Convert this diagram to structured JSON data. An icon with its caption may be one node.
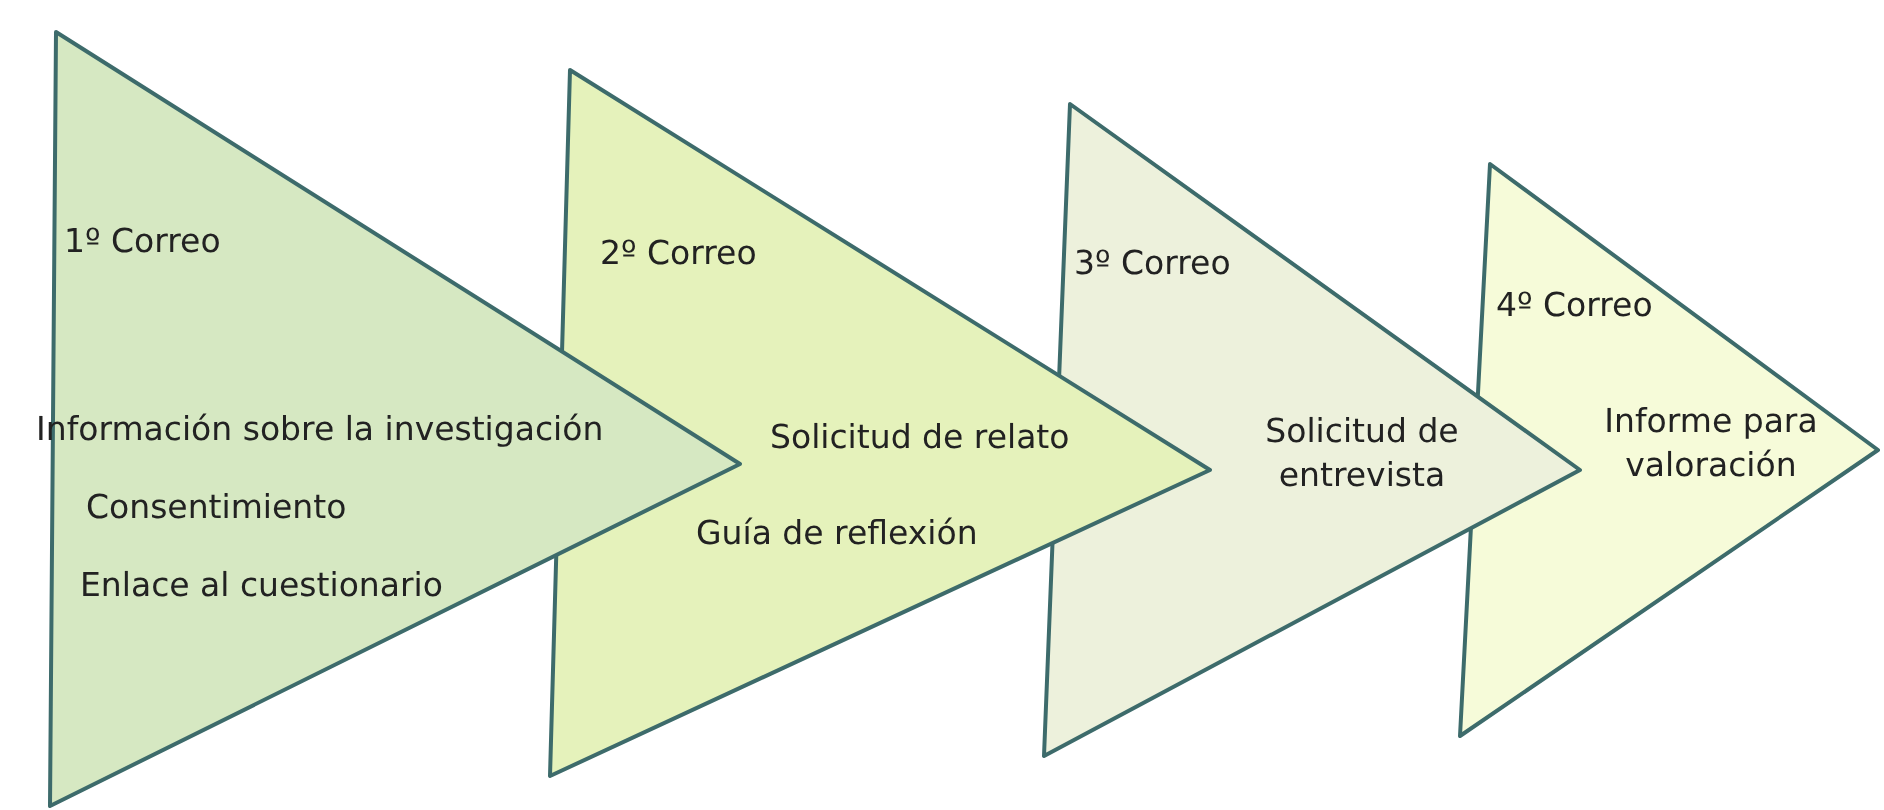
{
  "diagram": {
    "nodes": [
      {
        "text": [
          "1º Correo",
          "Información sobre la investigación",
          "Consentimiento",
          "Enlace al cuestionario"
        ]
      },
      {
        "text": [
          "2º Correo",
          "Solicitud de relato",
          "Guía de reflexión"
        ]
      },
      {
        "text": [
          "3º Correo",
          "Solicitud de entrevista"
        ]
      },
      {
        "text": [
          "4º Correo",
          "Informe para valoración"
        ]
      }
    ]
  }
}
